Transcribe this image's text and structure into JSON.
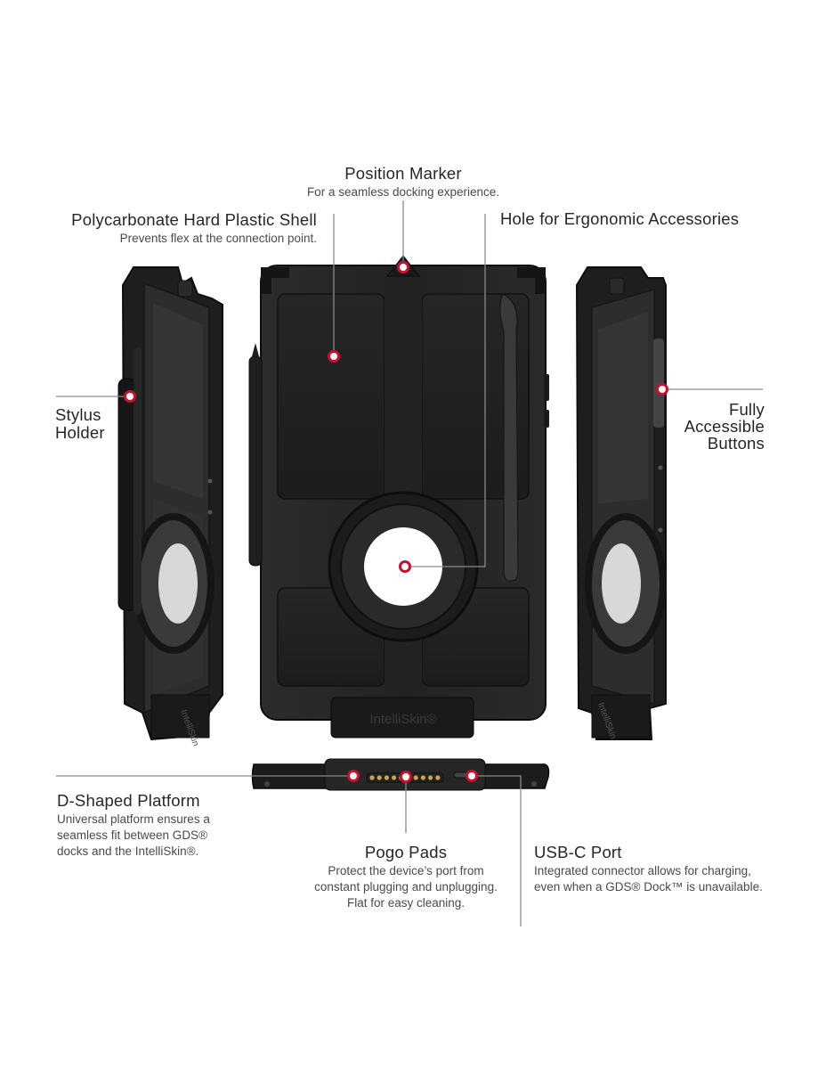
{
  "callouts": {
    "position_marker": {
      "title": "Position Marker",
      "description": "For a seamless docking experience."
    },
    "polycarbonate_shell": {
      "title": "Polycarbonate Hard Plastic Shell",
      "description": "Prevents flex at the connection point."
    },
    "ergonomic_hole": {
      "title": "Hole for Ergonomic Accessories"
    },
    "stylus_holder": {
      "title_line1": "Stylus",
      "title_line2": "Holder"
    },
    "accessible_buttons": {
      "title_line1": "Fully",
      "title_line2": "Accessible",
      "title_line3": "Buttons"
    },
    "d_platform": {
      "title": "D-Shaped Platform",
      "line1": "Universal platform ensures a",
      "line2": "seamless fit between GDS®",
      "line3": "docks and the IntelliSkin®."
    },
    "pogo_pads": {
      "title": "Pogo Pads",
      "line1": "Protect the device’s port from",
      "line2": "constant plugging and unplugging.",
      "line3": "Flat for easy cleaning."
    },
    "usb_c": {
      "title": "USB-C Port",
      "line1": "Integrated connector allows for charging,",
      "line2": "even when a GDS® Dock™ is unavailable."
    }
  },
  "brand": {
    "logo_text": "IntelliSkin®",
    "logo_text_side": "IntelliSkin"
  },
  "colors": {
    "case": "#1f1f1f",
    "case_dark": "#111111",
    "case_edge": "#3a3a3a",
    "leader_line": "#8a8a8a",
    "marker": "#c8102e",
    "pogo_pins": "#c9a44a"
  }
}
